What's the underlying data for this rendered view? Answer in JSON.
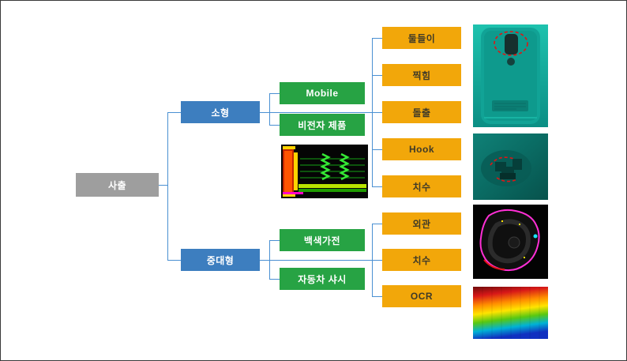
{
  "diagram": {
    "root": "사출",
    "branches": [
      "소형",
      "중대형"
    ],
    "categories": [
      "Mobile",
      "비전자 제품",
      "백색가전",
      "자동차 샤시"
    ],
    "leaves": [
      "둘들이",
      "찍힘",
      "돌출",
      "Hook",
      "치수",
      "외관",
      "치수",
      "OCR"
    ],
    "colors": {
      "root_box": "#9e9e9e",
      "branch_box": "#3d7ebf",
      "category_box": "#27a344",
      "leaf_box": "#f2a70a",
      "connector_line": "#4a90d2"
    }
  }
}
